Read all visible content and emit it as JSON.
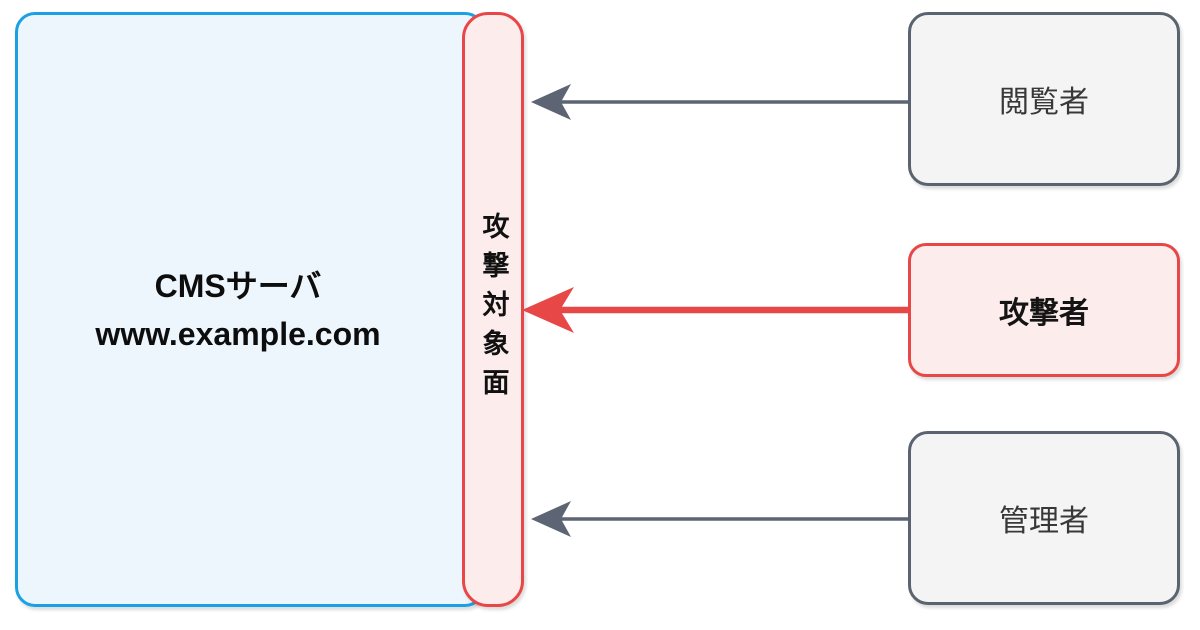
{
  "server": {
    "title": "CMSサーバ",
    "subtitle": "www.example.com"
  },
  "attack_surface": {
    "label": "攻撃対象面"
  },
  "actors": [
    {
      "label": "閲覧者"
    },
    {
      "label": "攻撃者"
    },
    {
      "label": "管理者"
    }
  ],
  "colors": {
    "server_border": "#1ba1e2",
    "server_fill": "#eef6fd",
    "attack_accent": "#e84747",
    "attack_fill": "#fcecec",
    "neutral_border": "#5c6370",
    "neutral_fill": "#f4f4f5",
    "arrow_neutral": "#5d6473",
    "text": "#111111"
  }
}
